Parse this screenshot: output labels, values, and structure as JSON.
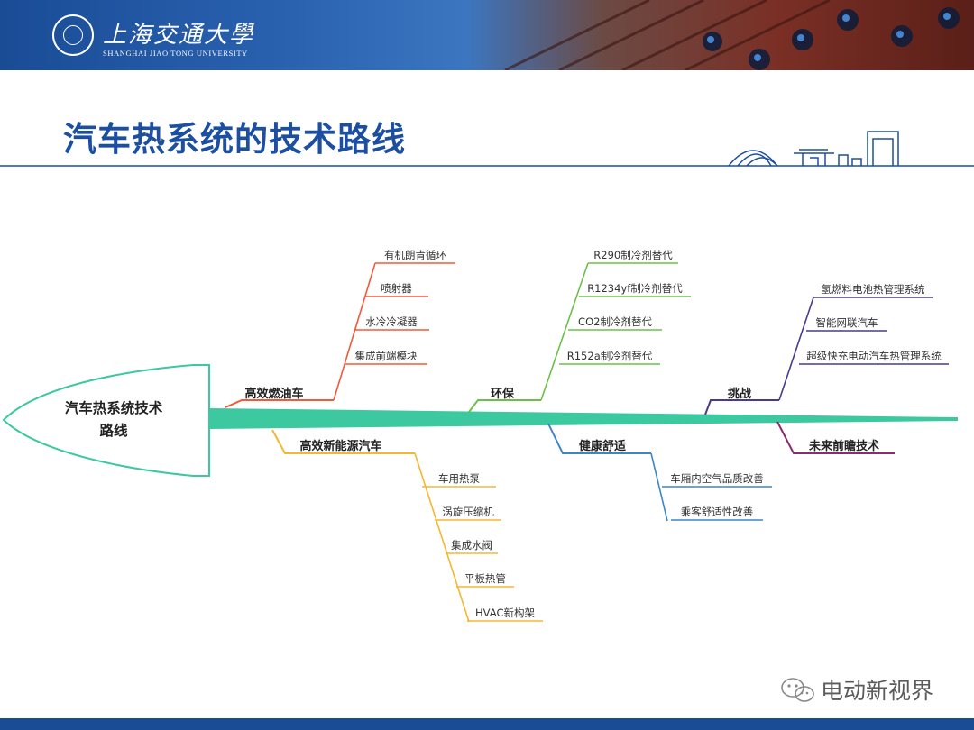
{
  "header": {
    "university_cn": "上海交通大學",
    "university_en": "SHANGHAI JIAO TONG UNIVERSITY"
  },
  "slide": {
    "title": "汽车热系统的技术路线"
  },
  "diagram": {
    "head_label": "汽车热系统技术\n路线",
    "branches": [
      {
        "label": "高效燃油车",
        "color": "#f05a3c",
        "items": [
          "有机朗肯循环",
          "喷射器",
          "水冷冷凝器",
          "集成前端模块"
        ]
      },
      {
        "label": "高效新能源汽车",
        "color": "#f5b731",
        "items": [
          "车用热泵",
          "涡旋压缩机",
          "集成水阀",
          "平板热管",
          "HVAC新构架"
        ]
      },
      {
        "label": "环保",
        "color": "#6cc04a",
        "items": [
          "R290制冷剂替代",
          "R1234yf制冷剂替代",
          "CO2制冷剂替代",
          "R152a制冷剂替代"
        ]
      },
      {
        "label": "健康舒适",
        "color": "#3a86c8",
        "items": [
          "车厢内空气品质改善",
          "乘客舒适性改善"
        ]
      },
      {
        "label": "挑战",
        "color": "#4b3a8c",
        "items": [
          "氢燃料电池热管理系统",
          "智能网联汽车",
          "超级快充电动汽车热管理系统"
        ]
      },
      {
        "label": "未来前瞻技术",
        "color": "#8b2a6e",
        "items": []
      }
    ],
    "spine_color": "#3cc9a0"
  },
  "watermark": {
    "text": "电动新视界",
    "icon": "wechat-icon"
  },
  "colors": {
    "brand_blue": "#1c4fa0"
  }
}
